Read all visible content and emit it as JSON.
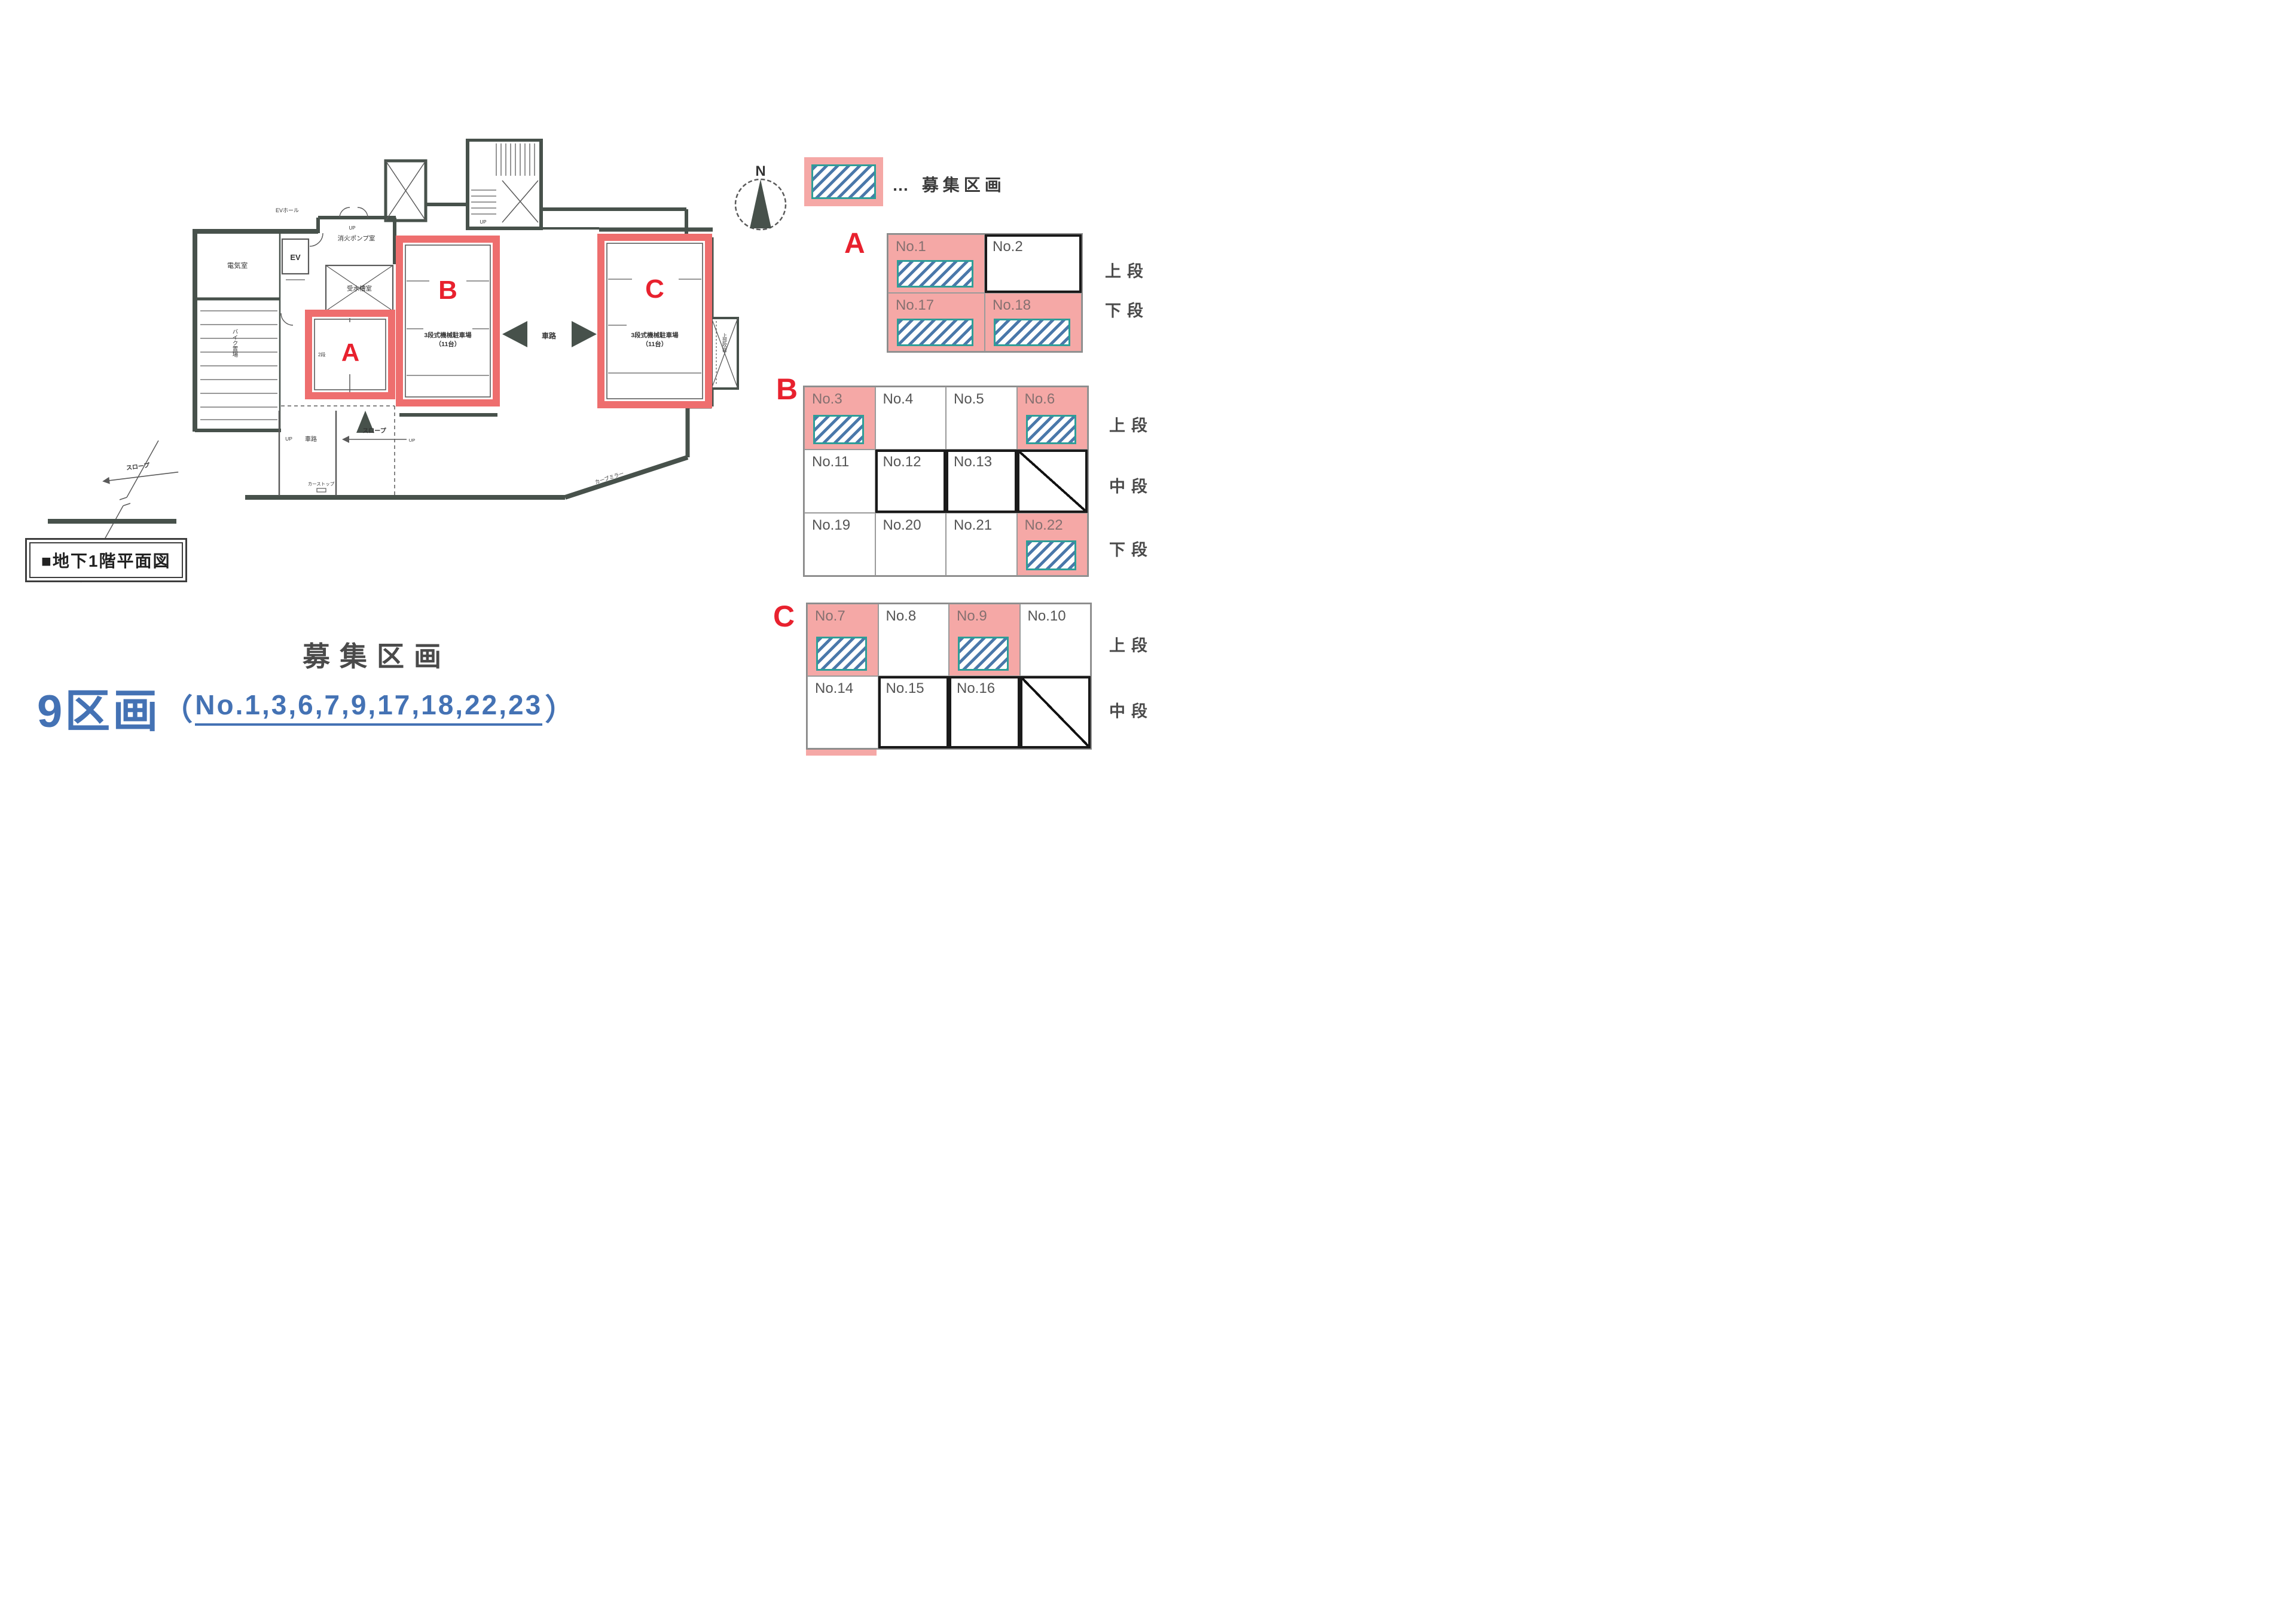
{
  "legend": {
    "label": "… 募集区画"
  },
  "plan": {
    "title": "■地下1階平面図",
    "compass_n": "N",
    "labels": {
      "ev_hall": "EVホール",
      "ev": "EV",
      "up": "UP",
      "pump_room": "消火ポンプ室",
      "water_tank": "受水槽室",
      "electric_room": "電気室",
      "bike_parking": "バイク置場",
      "two_dan": "2段",
      "driveway": "車路",
      "slope": "スロープ",
      "car_stop": "カーストップ",
      "curve_mirror": "カーブミラー",
      "upper_void": "上部吹抜",
      "mech_parking_line1": "3段式機械駐車場",
      "mech_parking_line2": "（11台）"
    },
    "area_letters": {
      "a": "A",
      "b": "B",
      "c": "C"
    }
  },
  "sections": [
    {
      "letter": "A",
      "rows": [
        {
          "label": "上段",
          "cells": [
            {
              "no": "No.1"
            },
            {
              "no": "No.2"
            }
          ]
        },
        {
          "label": "下段",
          "cells": [
            {
              "no": "No.17"
            },
            {
              "no": "No.18"
            }
          ]
        }
      ]
    },
    {
      "letter": "B",
      "rows": [
        {
          "label": "上段",
          "cells": [
            {
              "no": "No.3"
            },
            {
              "no": "No.4"
            },
            {
              "no": "No.5"
            },
            {
              "no": "No.6"
            }
          ]
        },
        {
          "label": "中段",
          "cells": [
            {
              "no": "No.11"
            },
            {
              "no": "No.12"
            },
            {
              "no": "No.13"
            },
            {
              "no": ""
            }
          ]
        },
        {
          "label": "下段",
          "cells": [
            {
              "no": "No.19"
            },
            {
              "no": "No.20"
            },
            {
              "no": "No.21"
            },
            {
              "no": "No.22"
            }
          ]
        }
      ]
    },
    {
      "letter": "C",
      "rows": [
        {
          "label": "上段",
          "cells": [
            {
              "no": "No.7"
            },
            {
              "no": "No.8"
            },
            {
              "no": "No.9"
            },
            {
              "no": "No.10"
            }
          ]
        },
        {
          "label": "中段",
          "cells": [
            {
              "no": "No.14"
            },
            {
              "no": "No.15"
            },
            {
              "no": "No.16"
            },
            {
              "no": ""
            }
          ]
        }
      ]
    }
  ],
  "summary": {
    "heading": "募集区画",
    "count": "9区画",
    "paren_open": "（",
    "numbers": "No.1,3,6,7,9,17,18,22,23",
    "paren_close": "）"
  }
}
